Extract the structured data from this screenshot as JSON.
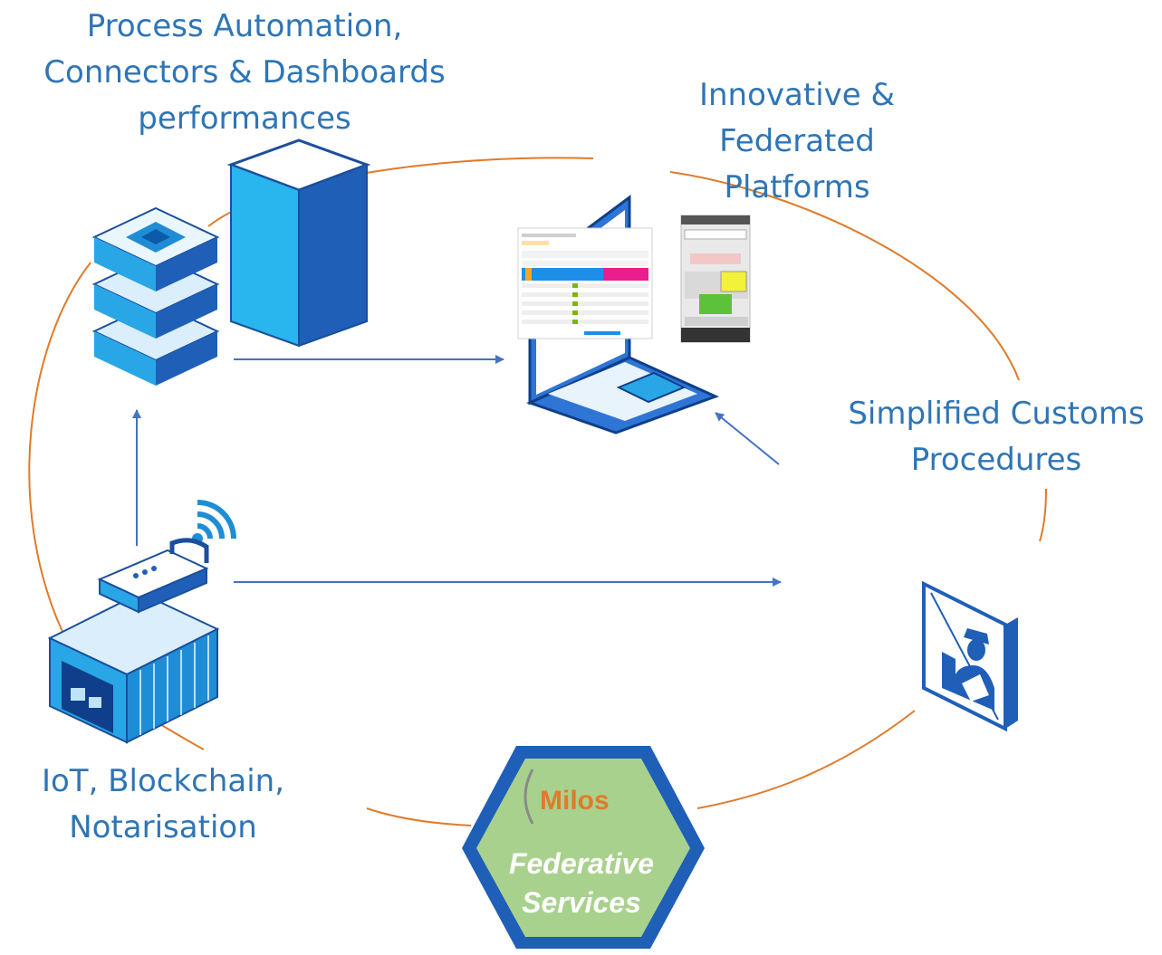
{
  "labels": {
    "process": "Process Automation,\nConnectors & Dashboards\nperformances",
    "platforms": "Innovative &\nFederated\nPlatforms",
    "customs": "Simplified Customs\nProcedures",
    "iot": "IoT, Blockchain,\nNotarisation"
  },
  "hub": {
    "brand": "Milos",
    "line1": "Federative",
    "line2": "Services"
  },
  "colors": {
    "ring": "#E07B2A",
    "arrow": "#4472C4",
    "label": "#2E75B6",
    "hub_fill": "#A9D18E",
    "hub_border": "#1F5FB8",
    "brand": "#E07B2A",
    "icon_blue": "#1F8DD6",
    "icon_dark": "#1B4F9C"
  },
  "icons": [
    "server-stack-icon",
    "server-tower-icon",
    "laptop-icon",
    "phone-screenshot-icon",
    "customs-officer-icon",
    "iot-container-icon",
    "wifi-icon"
  ]
}
